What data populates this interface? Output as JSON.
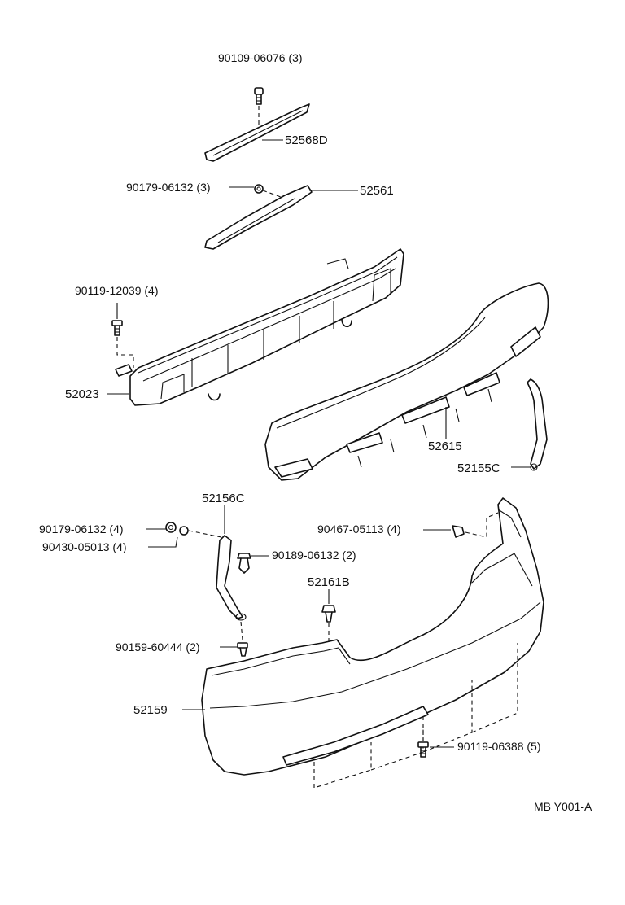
{
  "diagram": {
    "labels": {
      "p_90109_06076": "90109-06076 (3)",
      "p_52568D": "52568D",
      "p_90179_06132_top": "90179-06132 (3)",
      "p_52561": "52561",
      "p_90119_12039": "90119-12039 (4)",
      "p_52023": "52023",
      "p_52615": "52615",
      "p_52155C": "52155C",
      "p_52156C": "52156C",
      "p_90179_06132_mid": "90179-06132 (4)",
      "p_90430_05013": "90430-05013 (4)",
      "p_90467_05113": "90467-05113 (4)",
      "p_90189_06132": "90189-06132 (2)",
      "p_52161B": "52161B",
      "p_90159_60444": "90159-60444 (2)",
      "p_52159": "52159",
      "p_90119_06388": "90119-06388 (5)",
      "ref_code": "MB  Y001-A"
    },
    "colors": {
      "line": "#111111",
      "background": "#ffffff"
    }
  }
}
